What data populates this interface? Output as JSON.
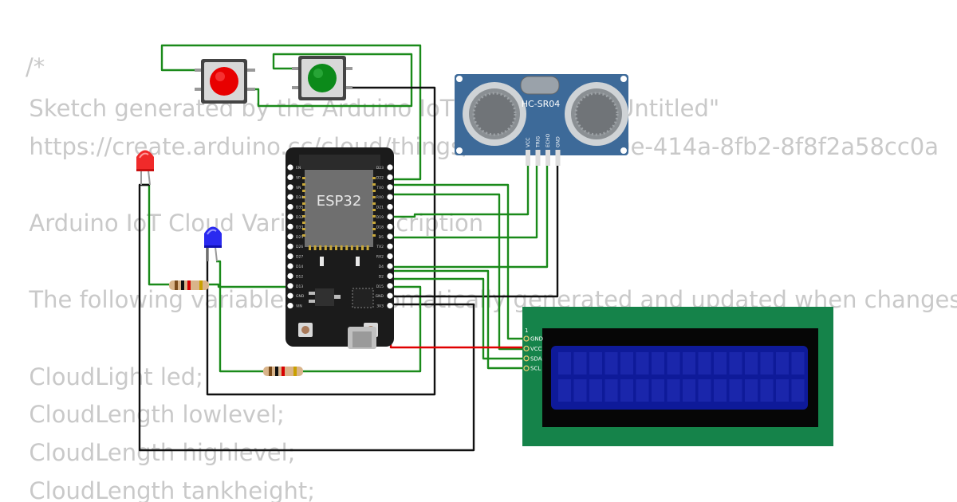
{
  "code_lines": [
    "/*",
    "  Sketch generated by the Arduino IoT Cloud Thing \"Untitled\"",
    "  https://create.arduino.cc/cloud/things/1b1c1ade-af0e-414a-8fb2-8f8f2a58cc0a",
    "  Arduino IoT Cloud Variables description",
    "  The following variables are automatically generated and updated when changes are made to the Thing",
    "  CloudLight led;",
    "  CloudLength lowlevel;",
    "  CloudLength highlevel;",
    "  CloudLength tankheight;"
  ],
  "esp32": {
    "label": "ESP32",
    "left_pins": [
      "EN",
      "VP",
      "VN",
      "D34",
      "D35",
      "D32",
      "D33",
      "D25",
      "D26",
      "D27",
      "D14",
      "D12",
      "D13",
      "GND",
      "VIN"
    ],
    "right_pins": [
      "D23",
      "D22",
      "TX0",
      "RX0",
      "D21",
      "D19",
      "D18",
      "D5",
      "TX2",
      "RX2",
      "D4",
      "D2",
      "D15",
      "GND",
      "3V3"
    ]
  },
  "ultrasonic": {
    "label": "HC-SR04",
    "pins": [
      "VCC",
      "TRIG",
      "ECHO",
      "GND"
    ]
  },
  "lcd": {
    "pin_number": "1",
    "pins": [
      "GND",
      "VCC",
      "SDA",
      "SCL"
    ]
  },
  "colors": {
    "green_wire": "#1a8a1a",
    "black_wire": "#111111",
    "red_wire": "#e00000",
    "esp_board": "#1b1b1b",
    "sensor_board": "#3d6a99",
    "lcd_board": "#15834a",
    "lcd_screen": "#0e1a99"
  }
}
